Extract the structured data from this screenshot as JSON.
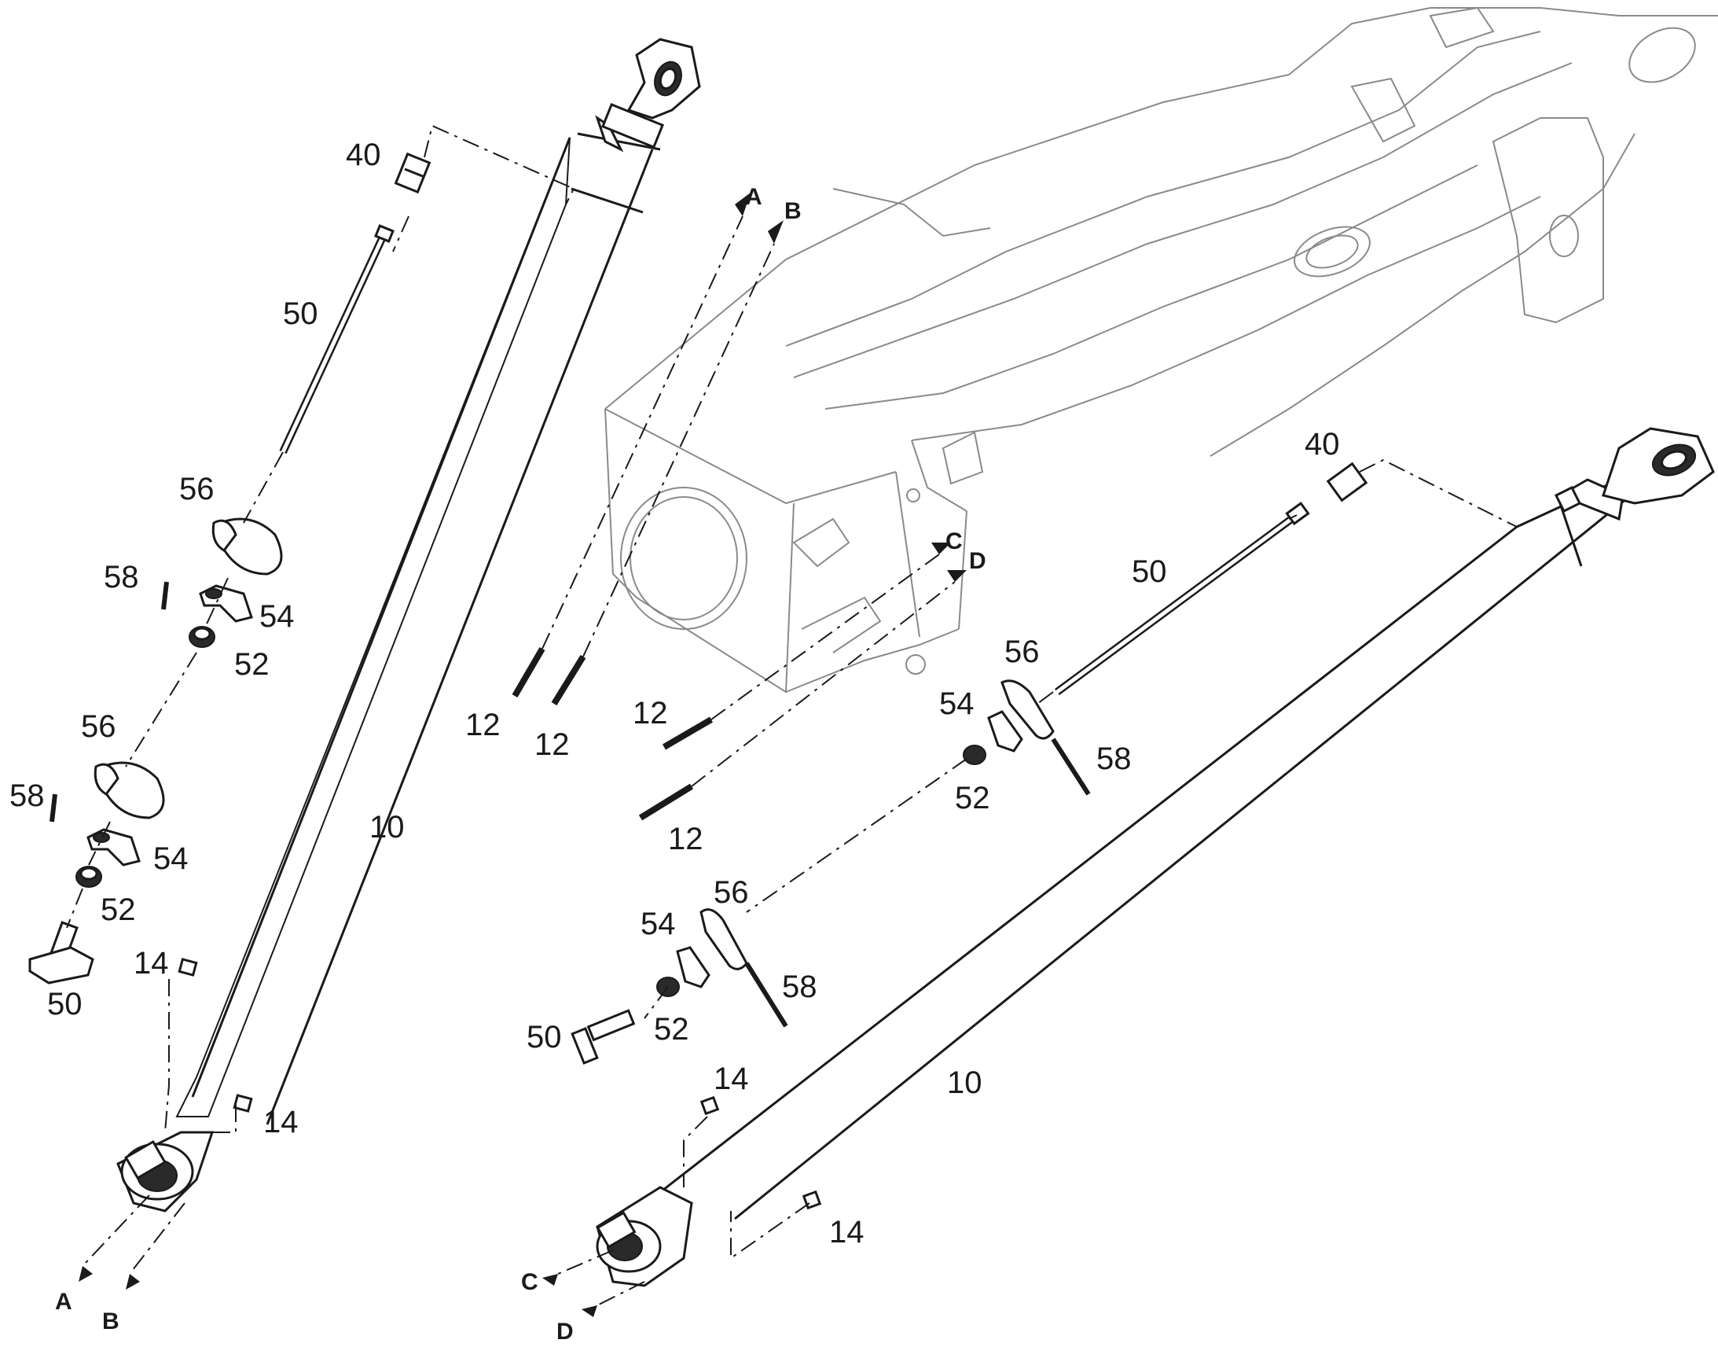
{
  "callouts": [
    {
      "key": "c40a",
      "text": "40"
    },
    {
      "key": "c50a",
      "text": "50"
    },
    {
      "key": "c56a",
      "text": "56"
    },
    {
      "key": "c58a",
      "text": "58"
    },
    {
      "key": "c54a",
      "text": "54"
    },
    {
      "key": "c52a",
      "text": "52"
    },
    {
      "key": "c56b",
      "text": "56"
    },
    {
      "key": "c58b",
      "text": "58"
    },
    {
      "key": "c54b",
      "text": "54"
    },
    {
      "key": "c52b",
      "text": "52"
    },
    {
      "key": "c50b",
      "text": "50"
    },
    {
      "key": "c14a",
      "text": "14"
    },
    {
      "key": "c14b",
      "text": "14"
    },
    {
      "key": "c10a",
      "text": "10"
    },
    {
      "key": "c12a",
      "text": "12"
    },
    {
      "key": "c12b",
      "text": "12"
    },
    {
      "key": "c12c",
      "text": "12"
    },
    {
      "key": "c12d",
      "text": "12"
    },
    {
      "key": "c40b",
      "text": "40"
    },
    {
      "key": "c50c",
      "text": "50"
    },
    {
      "key": "c56c",
      "text": "56"
    },
    {
      "key": "c54c",
      "text": "54"
    },
    {
      "key": "c58c",
      "text": "58"
    },
    {
      "key": "c52c",
      "text": "52"
    },
    {
      "key": "c56d",
      "text": "56"
    },
    {
      "key": "c54d",
      "text": "54"
    },
    {
      "key": "c58d",
      "text": "58"
    },
    {
      "key": "c50d",
      "text": "50"
    },
    {
      "key": "c52d",
      "text": "52"
    },
    {
      "key": "c14c",
      "text": "14"
    },
    {
      "key": "c10b",
      "text": "10"
    },
    {
      "key": "c14d",
      "text": "14"
    }
  ],
  "connection_letters": {
    "A_top": "A",
    "B_top": "B",
    "C_top": "C",
    "D_top": "D",
    "A_bottom": "A",
    "B_bottom": "B",
    "C_bottom": "C",
    "D_bottom": "D"
  }
}
